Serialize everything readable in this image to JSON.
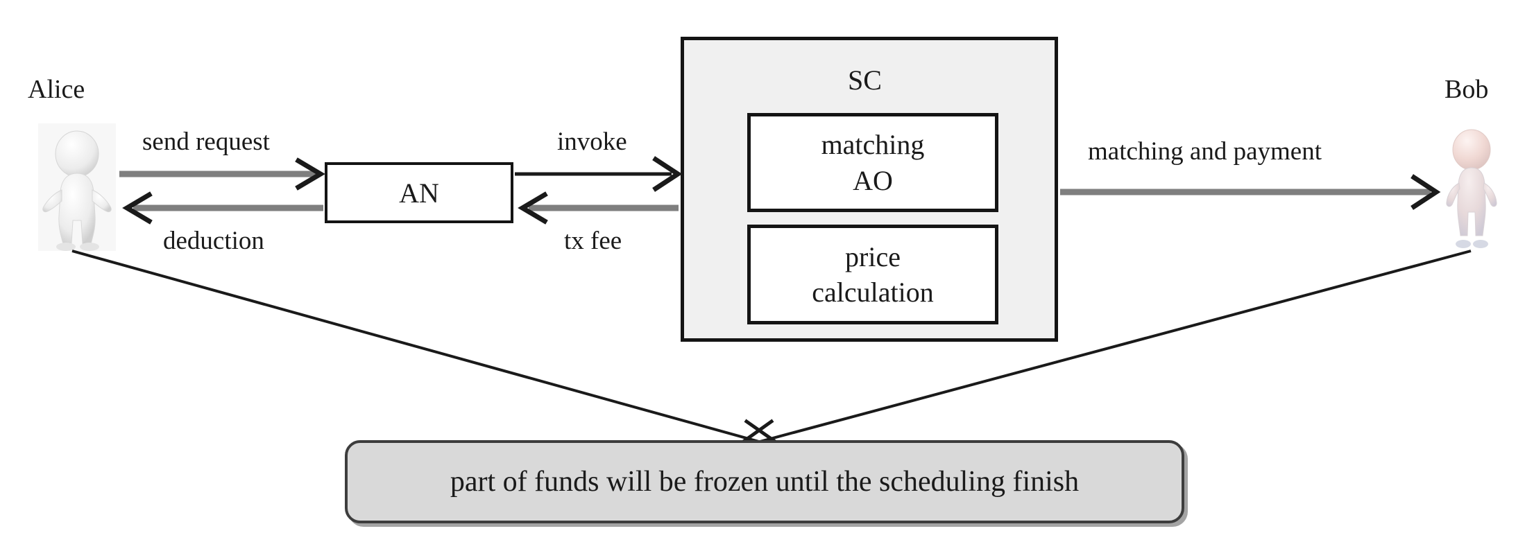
{
  "diagram": {
    "type": "sequence-interaction-diagram",
    "colors": {
      "background": "#ffffff",
      "sc_fill": "#f0f0f0",
      "note_fill": "#d9d9d9",
      "note_border": "#3d3d3d",
      "box_border": "#141414",
      "grey_arrow": "#7f7f7f",
      "black_arrow": "#1a1a1a",
      "alice_figure": "#e8e8e8",
      "bob_figure": "#e9cfca"
    },
    "actors": [
      {
        "id": "alice",
        "name": "Alice",
        "icon": "person-figure-white-icon"
      },
      {
        "id": "bob",
        "name": "Bob",
        "icon": "person-figure-pink-icon"
      }
    ],
    "nodes": [
      {
        "id": "an",
        "label": "AN",
        "shape": "rectangle"
      },
      {
        "id": "sc",
        "label": "SC",
        "shape": "container"
      },
      {
        "id": "matching_ao",
        "label": "matching\nAO",
        "line1": "matching",
        "line2": "AO",
        "shape": "rectangle"
      },
      {
        "id": "price_calc",
        "label": "price\ncalculation",
        "line1": "price",
        "line2": "calculation",
        "shape": "rectangle"
      }
    ],
    "edges": [
      {
        "id": "e1",
        "label": "send request",
        "from": "alice",
        "to": "an",
        "direction": "right",
        "color": "#7f7f7f"
      },
      {
        "id": "e2",
        "label": "deduction",
        "from": "an",
        "to": "alice",
        "direction": "left",
        "color": "#7f7f7f"
      },
      {
        "id": "e3",
        "label": "invoke",
        "from": "an",
        "to": "sc",
        "direction": "right",
        "color": "#1a1a1a"
      },
      {
        "id": "e4",
        "label": "tx fee",
        "from": "sc",
        "to": "an",
        "direction": "left",
        "color": "#7f7f7f"
      },
      {
        "id": "e5",
        "label": "matching and payment",
        "from": "sc",
        "to": "bob",
        "direction": "right",
        "color": "#7f7f7f"
      },
      {
        "id": "e6",
        "label": "",
        "from": "alice",
        "to": "note",
        "direction": "diagonal",
        "color": "#1a1a1a"
      },
      {
        "id": "e7",
        "label": "",
        "from": "bob",
        "to": "note",
        "direction": "diagonal",
        "color": "#1a1a1a"
      }
    ],
    "note": {
      "id": "frozen-funds-note",
      "text": "part of funds will be frozen until the scheduling finish"
    }
  }
}
